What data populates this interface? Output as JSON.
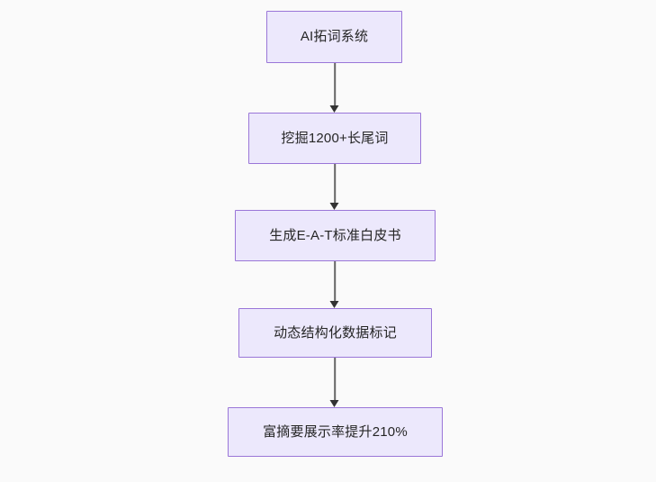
{
  "diagram": {
    "type": "flowchart",
    "direction": "top-to-bottom",
    "background_color": "#fafafa",
    "node_fill_color": "#ece8fc",
    "node_border_color": "#9a76d8",
    "node_text_color": "#262626",
    "edge_color": "#666666",
    "arrow_color": "#333333",
    "nodes": [
      {
        "id": "n1",
        "label": "AI拓词系统"
      },
      {
        "id": "n2",
        "label": "挖掘1200+长尾词"
      },
      {
        "id": "n3",
        "label": "生成E-A-T标准白皮书"
      },
      {
        "id": "n4",
        "label": "动态结构化数据标记"
      },
      {
        "id": "n5",
        "label": "富摘要展示率提升210%"
      }
    ],
    "edges": [
      {
        "from": "n1",
        "to": "n2"
      },
      {
        "from": "n2",
        "to": "n3"
      },
      {
        "from": "n3",
        "to": "n4"
      },
      {
        "from": "n4",
        "to": "n5"
      }
    ]
  }
}
